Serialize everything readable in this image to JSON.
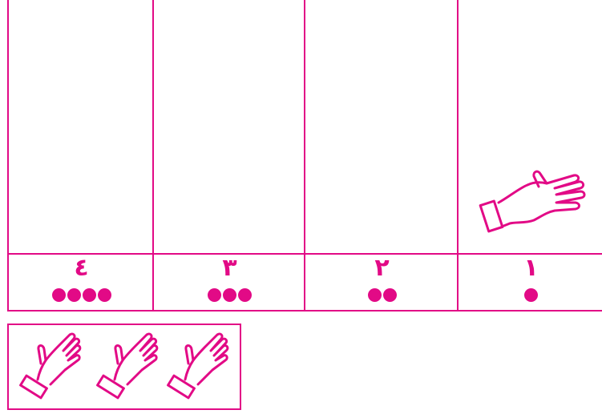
{
  "colors": {
    "accent": "#e20a86",
    "background": "#ffffff"
  },
  "columns": [
    {
      "numeral": "٤",
      "count": 4
    },
    {
      "numeral": "٣",
      "count": 3
    },
    {
      "numeral": "٢",
      "count": 2
    },
    {
      "numeral": "١",
      "count": 1,
      "hand": "hand-icon"
    }
  ],
  "hand_bank": {
    "count": 3,
    "icon": "hand-icon"
  }
}
